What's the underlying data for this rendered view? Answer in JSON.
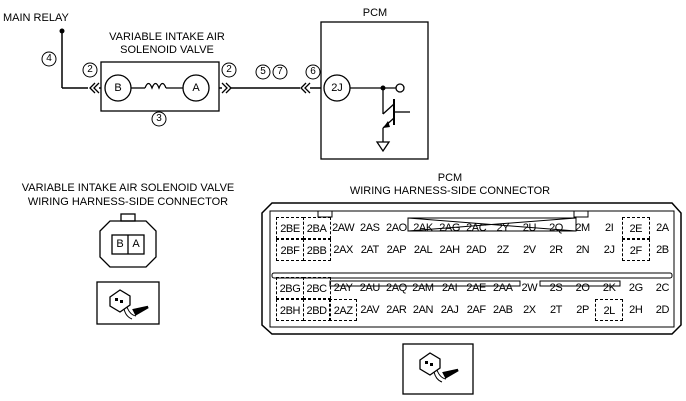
{
  "schematic": {
    "main_relay": "MAIN RELAY",
    "solenoid_title_1": "VARIABLE INTAKE AIR",
    "solenoid_title_2": "SOLENOID VALVE",
    "pcm": "PCM",
    "terminal_b": "B",
    "terminal_a": "A",
    "pcm_terminal": "2J",
    "callouts": {
      "c4": "4",
      "c2_left": "2",
      "c2_right": "2",
      "c3": "3",
      "c5": "5",
      "c7": "7",
      "c6": "6"
    }
  },
  "solenoid_connector": {
    "title_1": "VARIABLE INTAKE AIR SOLENOID VALVE",
    "title_2": "WIRING HARNESS-SIDE CONNECTOR",
    "pins": [
      "B",
      "A"
    ]
  },
  "pcm_connector": {
    "title_1": "PCM",
    "title_2": "WIRING HARNESS-SIDE CONNECTOR",
    "rows": [
      [
        "2BE",
        "2BA",
        "2AW",
        "2AS",
        "2AO",
        "2AK",
        "2AG",
        "2AC",
        "2Y",
        "2U",
        "2Q",
        "2M",
        "2I",
        "2E",
        "2A"
      ],
      [
        "2BF",
        "2BB",
        "2AX",
        "2AT",
        "2AP",
        "2AL",
        "2AH",
        "2AD",
        "2Z",
        "2V",
        "2R",
        "2N",
        "2J",
        "2F",
        "2B"
      ],
      [
        "2BG",
        "2BC",
        "2AY",
        "2AU",
        "2AQ",
        "2AM",
        "2AI",
        "2AE",
        "2AA",
        "2W",
        "2S",
        "2O",
        "2K",
        "2G",
        "2C"
      ],
      [
        "2BH",
        "2BD",
        "2AZ",
        "2AV",
        "2AR",
        "2AN",
        "2AJ",
        "2AF",
        "2AB",
        "2X",
        "2T",
        "2P",
        "2L",
        "2H",
        "2D"
      ]
    ]
  }
}
